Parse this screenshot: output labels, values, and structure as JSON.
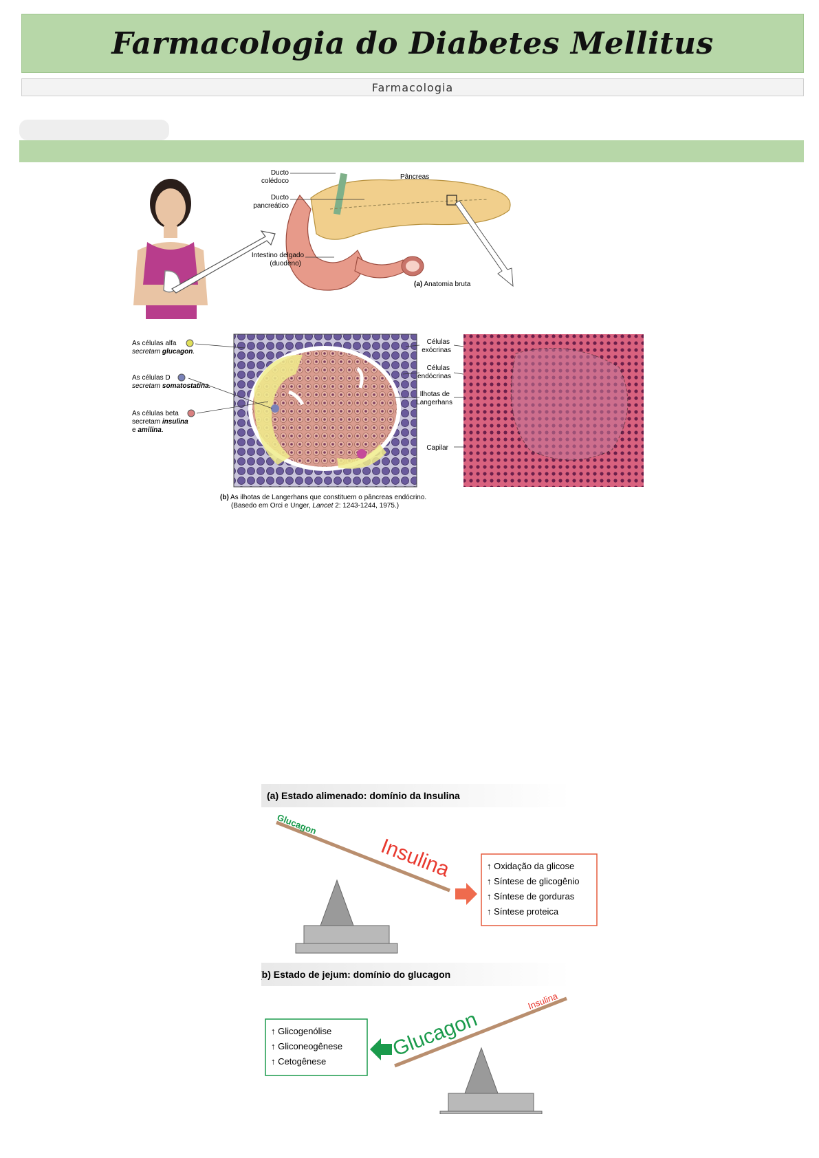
{
  "header": {
    "title": "Farmacologia do Diabetes Mellitus",
    "subject": "Farmacologia"
  },
  "figure_anatomy": {
    "labels": {
      "ducto_coledoco": [
        "Ducto",
        "colédoco"
      ],
      "ducto_pancreatico": [
        "Ducto",
        "pancreático"
      ],
      "pancreas": "Pâncreas",
      "intestino": [
        "Intestino delgado",
        "(duodeno)"
      ],
      "caption_a_letter": "(a)",
      "caption_a": "Anatomia bruta"
    }
  },
  "figure_islets": {
    "left_labels": {
      "alfa_1": "As células alfa",
      "alfa_2a": "secretam",
      "alfa_2b": "glucagon",
      "d_1": "As células D",
      "d_2a": "secretam",
      "d_2b": "somatostatina",
      "beta_1": "As células beta",
      "beta_2a": "secretam",
      "beta_2b": "insulina",
      "beta_3a": "e",
      "beta_3b": "amilina"
    },
    "right_labels": {
      "exocrinas": [
        "Células",
        "exócrinas"
      ],
      "endocrinas": [
        "Células",
        "endócrinas"
      ],
      "ilhotas": [
        "Ilhotas de",
        "Langerhans"
      ],
      "capilar": "Capilar"
    },
    "caption_b_letter": "(b)",
    "caption_b_line1": "As ilhotas de Langerhans que constituem o pâncreas endócrino.",
    "caption_b_line2a": "(Basedo em Orci e Unger,",
    "caption_b_line2b": "Lancet",
    "caption_b_line2c": "2: 1243-1244, 1975.)"
  },
  "figure_balance": {
    "fed": {
      "heading": "(a) Estado alimenado: domínio da Insulina",
      "light_label": "Glucagon",
      "heavy_label": "Insulina",
      "effects": [
        "Oxidação da glicose",
        "Síntese de glicogênio",
        "Síntese de gorduras",
        "Síntese proteica"
      ],
      "color_main": "#e8392f",
      "color_light": "#1a9a4b"
    },
    "fasting": {
      "heading": "(b) Estado de jejum: domínio do glucagon",
      "light_label": "Insulina",
      "heavy_label": "Glucagon",
      "effects": [
        "Glicogenólise",
        "Gliconeogênese",
        "Cetogênese"
      ],
      "color_main": "#1a9a4b",
      "color_light": "#e8392f"
    },
    "arrow_glyph": "↑"
  }
}
